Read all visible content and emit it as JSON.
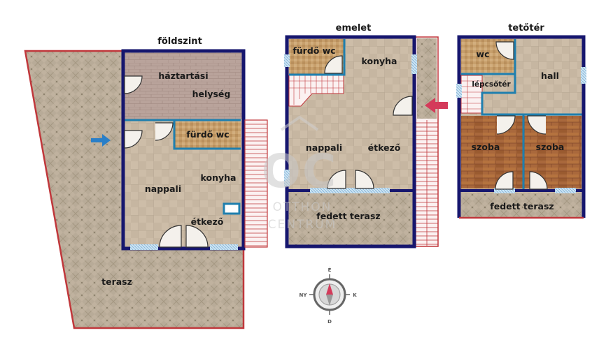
{
  "floors": {
    "ground": {
      "title": "földszint",
      "rooms": {
        "haztartasi": "háztartási",
        "helyseg": "helység",
        "furdo_wc": "fürdő wc",
        "nappali": "nappali",
        "konyha": "konyha",
        "etkezo": "étkező",
        "terasz": "terasz"
      }
    },
    "upper": {
      "title": "emelet",
      "rooms": {
        "furdo_wc": "fürdő wc",
        "konyha": "konyha",
        "nappali": "nappali",
        "etkezo": "étkező",
        "fedett_terasz": "fedett terasz"
      }
    },
    "attic": {
      "title": "tetőtér",
      "rooms": {
        "wc": "wc",
        "lepcsoter": "lépcsőtér",
        "hall": "hall",
        "szoba_left": "szoba",
        "szoba_right": "szoba",
        "fedett_terasz": "fedett terasz"
      }
    }
  },
  "watermark": {
    "logo": "OC",
    "line1": "OTTHON",
    "line2": "CENTRUM"
  },
  "compass": {
    "north": "É",
    "east": "K",
    "south": "D",
    "west": "NY"
  },
  "colors": {
    "wall": "#16166e",
    "inner_wall": "#1f7fae",
    "outline_red": "#c0373b",
    "tile": "#b8ab98",
    "floor_tan": "#c4b49f",
    "wood": "#a9683c",
    "mauve": "#b8a29a",
    "window": "#9ec8e6",
    "entry_arrow": "#2a7fc8",
    "upper_arrow": "#d43a5a"
  }
}
